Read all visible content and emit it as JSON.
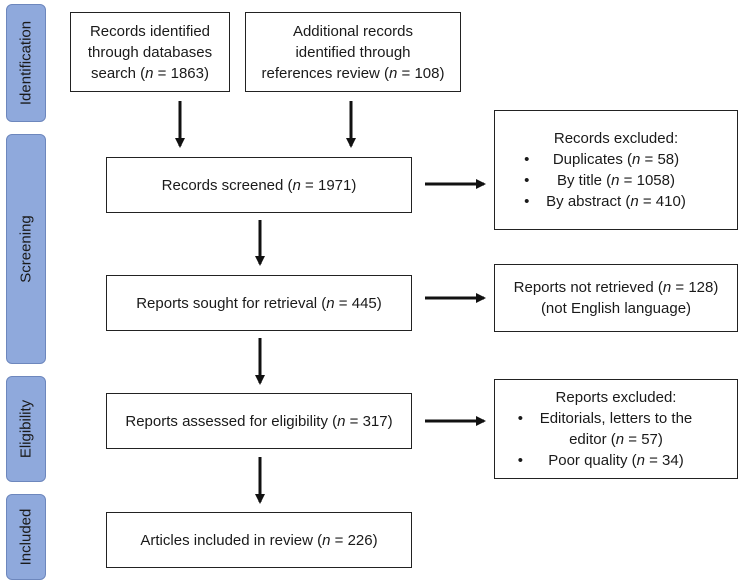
{
  "stages": [
    {
      "id": "identification",
      "label": "Identification"
    },
    {
      "id": "screening",
      "label": "Screening"
    },
    {
      "id": "eligibility",
      "label": "Eligibility"
    },
    {
      "id": "included",
      "label": "Included"
    }
  ],
  "boxes": {
    "db_search": {
      "lines": [
        "Records identified",
        "through databases"
      ],
      "last_prefix": "search (",
      "n_var": "n",
      "last_suffix": " = 1863)"
    },
    "ref_review": {
      "lines": [
        "Additional records",
        "identified through"
      ],
      "last_prefix": "references review (",
      "n_var": "n",
      "last_suffix": " = 108)"
    },
    "screened": {
      "prefix": "Records screened (",
      "n_var": "n",
      "suffix": " = 1971)"
    },
    "excluded_screen": {
      "title": "Records excluded:",
      "items": [
        {
          "prefix": "Duplicates (",
          "n_var": "n",
          "suffix": " = 58)"
        },
        {
          "prefix": "By title (",
          "n_var": "n",
          "suffix": " = 1058)"
        },
        {
          "prefix": "By abstract (",
          "n_var": "n",
          "suffix": " = 410)"
        }
      ]
    },
    "sought": {
      "prefix": "Reports sought for retrieval (",
      "n_var": "n",
      "suffix": " = 445)"
    },
    "not_retrieved": {
      "prefix": "Reports not retrieved (",
      "n_var": "n",
      "suffix": " = 128)",
      "line2": "(not English language)"
    },
    "assessed": {
      "prefix": "Reports assessed for eligibility (",
      "n_var": "n",
      "suffix": " = 317)"
    },
    "excluded_elig": {
      "title": "Reports excluded:",
      "item1_line1": "Editorials, letters to the",
      "item1_prefix": "editor (",
      "item1_n": "n",
      "item1_suffix": " = 57)",
      "item2_prefix": "Poor quality (",
      "item2_n": "n",
      "item2_suffix": " = 34)"
    },
    "included": {
      "prefix": "Articles included in review (",
      "n_var": "n",
      "suffix": " = 226)"
    }
  }
}
